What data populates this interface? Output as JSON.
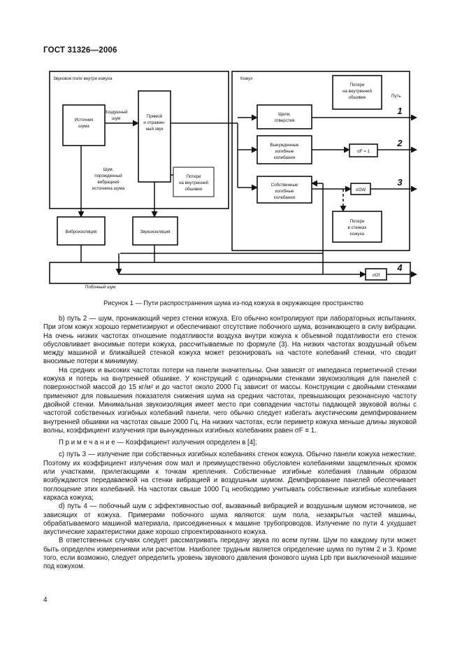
{
  "header": {
    "standard": "ГОСТ 31326—2006"
  },
  "figure": {
    "inner_field_label": "Звуковое поле внутри кожуха",
    "enclosure_label": "Кожух",
    "path_label": "Путь",
    "source_lines": [
      "Источник",
      "шума"
    ],
    "airborne_lines": [
      "Воздушный",
      "шум"
    ],
    "direct_lines": [
      "Прямой",
      "и отражен-",
      "ный звук"
    ],
    "inner_loss_lines": [
      "Потери",
      "на внутренней",
      "обшивке"
    ],
    "noise_vib_lines": [
      "Шум,",
      "порожденный",
      "вибрацией",
      "источника шума"
    ],
    "outer_loss_lines": [
      "Потери",
      "на внутренней",
      "обшивке"
    ],
    "gaps_lines": [
      "Щели,",
      "отверстия"
    ],
    "forced_lines": [
      "Вынужденные",
      "изгибные",
      "колебания"
    ],
    "sigma_f": "σF = 1",
    "natural_lines": [
      "Собственные",
      "изгибные",
      "колебания"
    ],
    "sigma_ow": "σOW",
    "wall_loss_lines": [
      "Потери",
      "в стенках",
      "кожуха"
    ],
    "vib_iso": "Виброизоляция",
    "sound_iso": "Звукоизоляция",
    "side_noise": "Побочный шум",
    "sigma_of": "σOf",
    "paths": [
      "1",
      "2",
      "3",
      "4"
    ]
  },
  "caption": "Рисунок 1 — Пути распространения шума из-под кожуха в окружающее пространство",
  "paragraphs": [
    "b) путь 2 — шум, проникающий через стенки кожуха. Его обычно контролируют при лабораторных испытаниях. При этом кожух хорошо герметизируют и обеспечивают отсутствие побочного шума, возникающего в силу вибрации. На очень низких частотах отношение податливости воздуха внутри кожуха к объемной податливости его стенок обусловливает вносимые потери кожуха, рассчитываемые по формуле (3). На низких частотах воздушный объем между машиной и ближайшей стенкой кожуха может резонировать на частоте колебаний стенки, что сводит вносимые потери к минимуму.",
    "На средних и высоких частотах потери на панели значительны. Они зависят от импеданса герметичной стенки кожуха и потерь на внутренней обшивке. У конструкций с одинарными стенками звукоизоляция для панелей с поверхностной массой до 15 кг/м² и до частот около 2000 Гц зависит от массы. Конструкции с двойными стенками применяют для повышения показателя снижения шума на средних частотах, превышающих резонансную частоту двойной стенки. Минимальная звукоизоляция имеет место при совпадении частоты падающей звуковой волны с частотой собственных изгибных колебаний панели, чего обычно следует избегать акустическим демпфированием внутренней обшивки на частотах свыше 2000 Гц. На низких частотах, если периметр кожуха меньше длины звуковой волны, коэффициент излучения при вынужденных изгибных колебаниях равен σF ≡ 1.",
    "П р и м е ч а н и е — Коэффициент излучения определен в [4];",
    "c) путь 3 — излучение при собственных изгибных колебаниях стенок кожуха. Обычно панели кожуха нежесткие. Поэтому их коэффициент излучения σow мал и преимущественно обусловлен колебаниями защемленных кромок или участками, прилегающими к точкам крепления. Собственные изгибные колебания главным образом возбуждаются передаваемой на стенки вибрацией и воздушным шумом. Демпфирование панелей обеспечивает поглощение этих колебаний. На частотах свыше 1000 Гц необходимо учитывать собственные изгибные колебания каркаса кожуха;",
    "d) путь 4 — побочный шум с эффективностью σof, вызванный вибрацией и воздушным шумом источников, не зависящих от кожуха. Примерами побочного шума являются: шум пола, незакрытых частей машины, обрабатываемого машиной материала, присоединенных к машине трубопроводов. Излучение по пути 4 ухудшает акустические характеристики даже хорошо спроектированного кожуха.",
    "В ответственных случаях следует рассматривать передачу звука по всем путям. Шум по каждому пути может быть определен измерениями или расчетом. Наиболее трудным является определение шума по путям 2 и 3. Кроме того, если возможно, следует определить уровень звукового давления фонового шума Lpb при выключенной машине под кожухом."
  ],
  "page_number": "4"
}
